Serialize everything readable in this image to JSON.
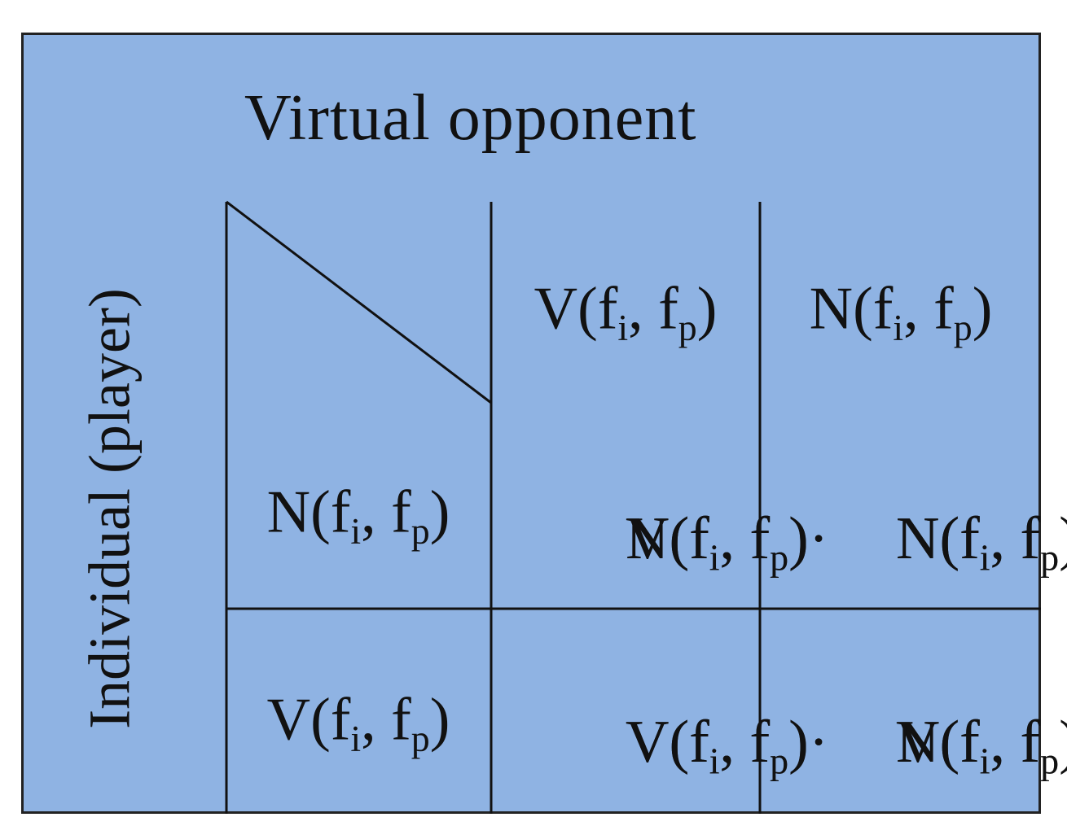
{
  "header": {
    "title": "Virtual opponent"
  },
  "side_label": "Individual (player)",
  "column_headers": [
    {
      "func": "V",
      "a": "f",
      "a_sub": "i",
      "b": "f",
      "b_sub": "p"
    },
    {
      "func": "N",
      "a": "f",
      "a_sub": "i",
      "b": "f",
      "b_sub": "p"
    }
  ],
  "row_headers": [
    {
      "func": "N",
      "a": "f",
      "a_sub": "i",
      "b": "f",
      "b_sub": "p"
    },
    {
      "func": "V",
      "a": "f",
      "a_sub": "i",
      "b": "f",
      "b_sub": "p"
    }
  ],
  "cells": [
    {
      "top": {
        "func": "N",
        "suffix": "·"
      },
      "bottom": {
        "func": "V",
        "suffix": ""
      }
    },
    {
      "top": {
        "func": "N",
        "suffix": "·"
      },
      "bottom": {
        "func": "N",
        "suffix": ""
      }
    },
    {
      "top": {
        "func": "V",
        "suffix": "·"
      },
      "bottom": {
        "func": "V",
        "suffix": ""
      }
    },
    {
      "top": {
        "func": "V",
        "suffix": "·"
      },
      "bottom": {
        "func": "N",
        "suffix": ""
      }
    }
  ],
  "args": {
    "a": "f",
    "a_sub": "i",
    "b": "f",
    "b_sub": "p",
    "sep": ", "
  },
  "colors": {
    "panel_bg": "#8fb3e3",
    "grid_line": "#111111"
  }
}
